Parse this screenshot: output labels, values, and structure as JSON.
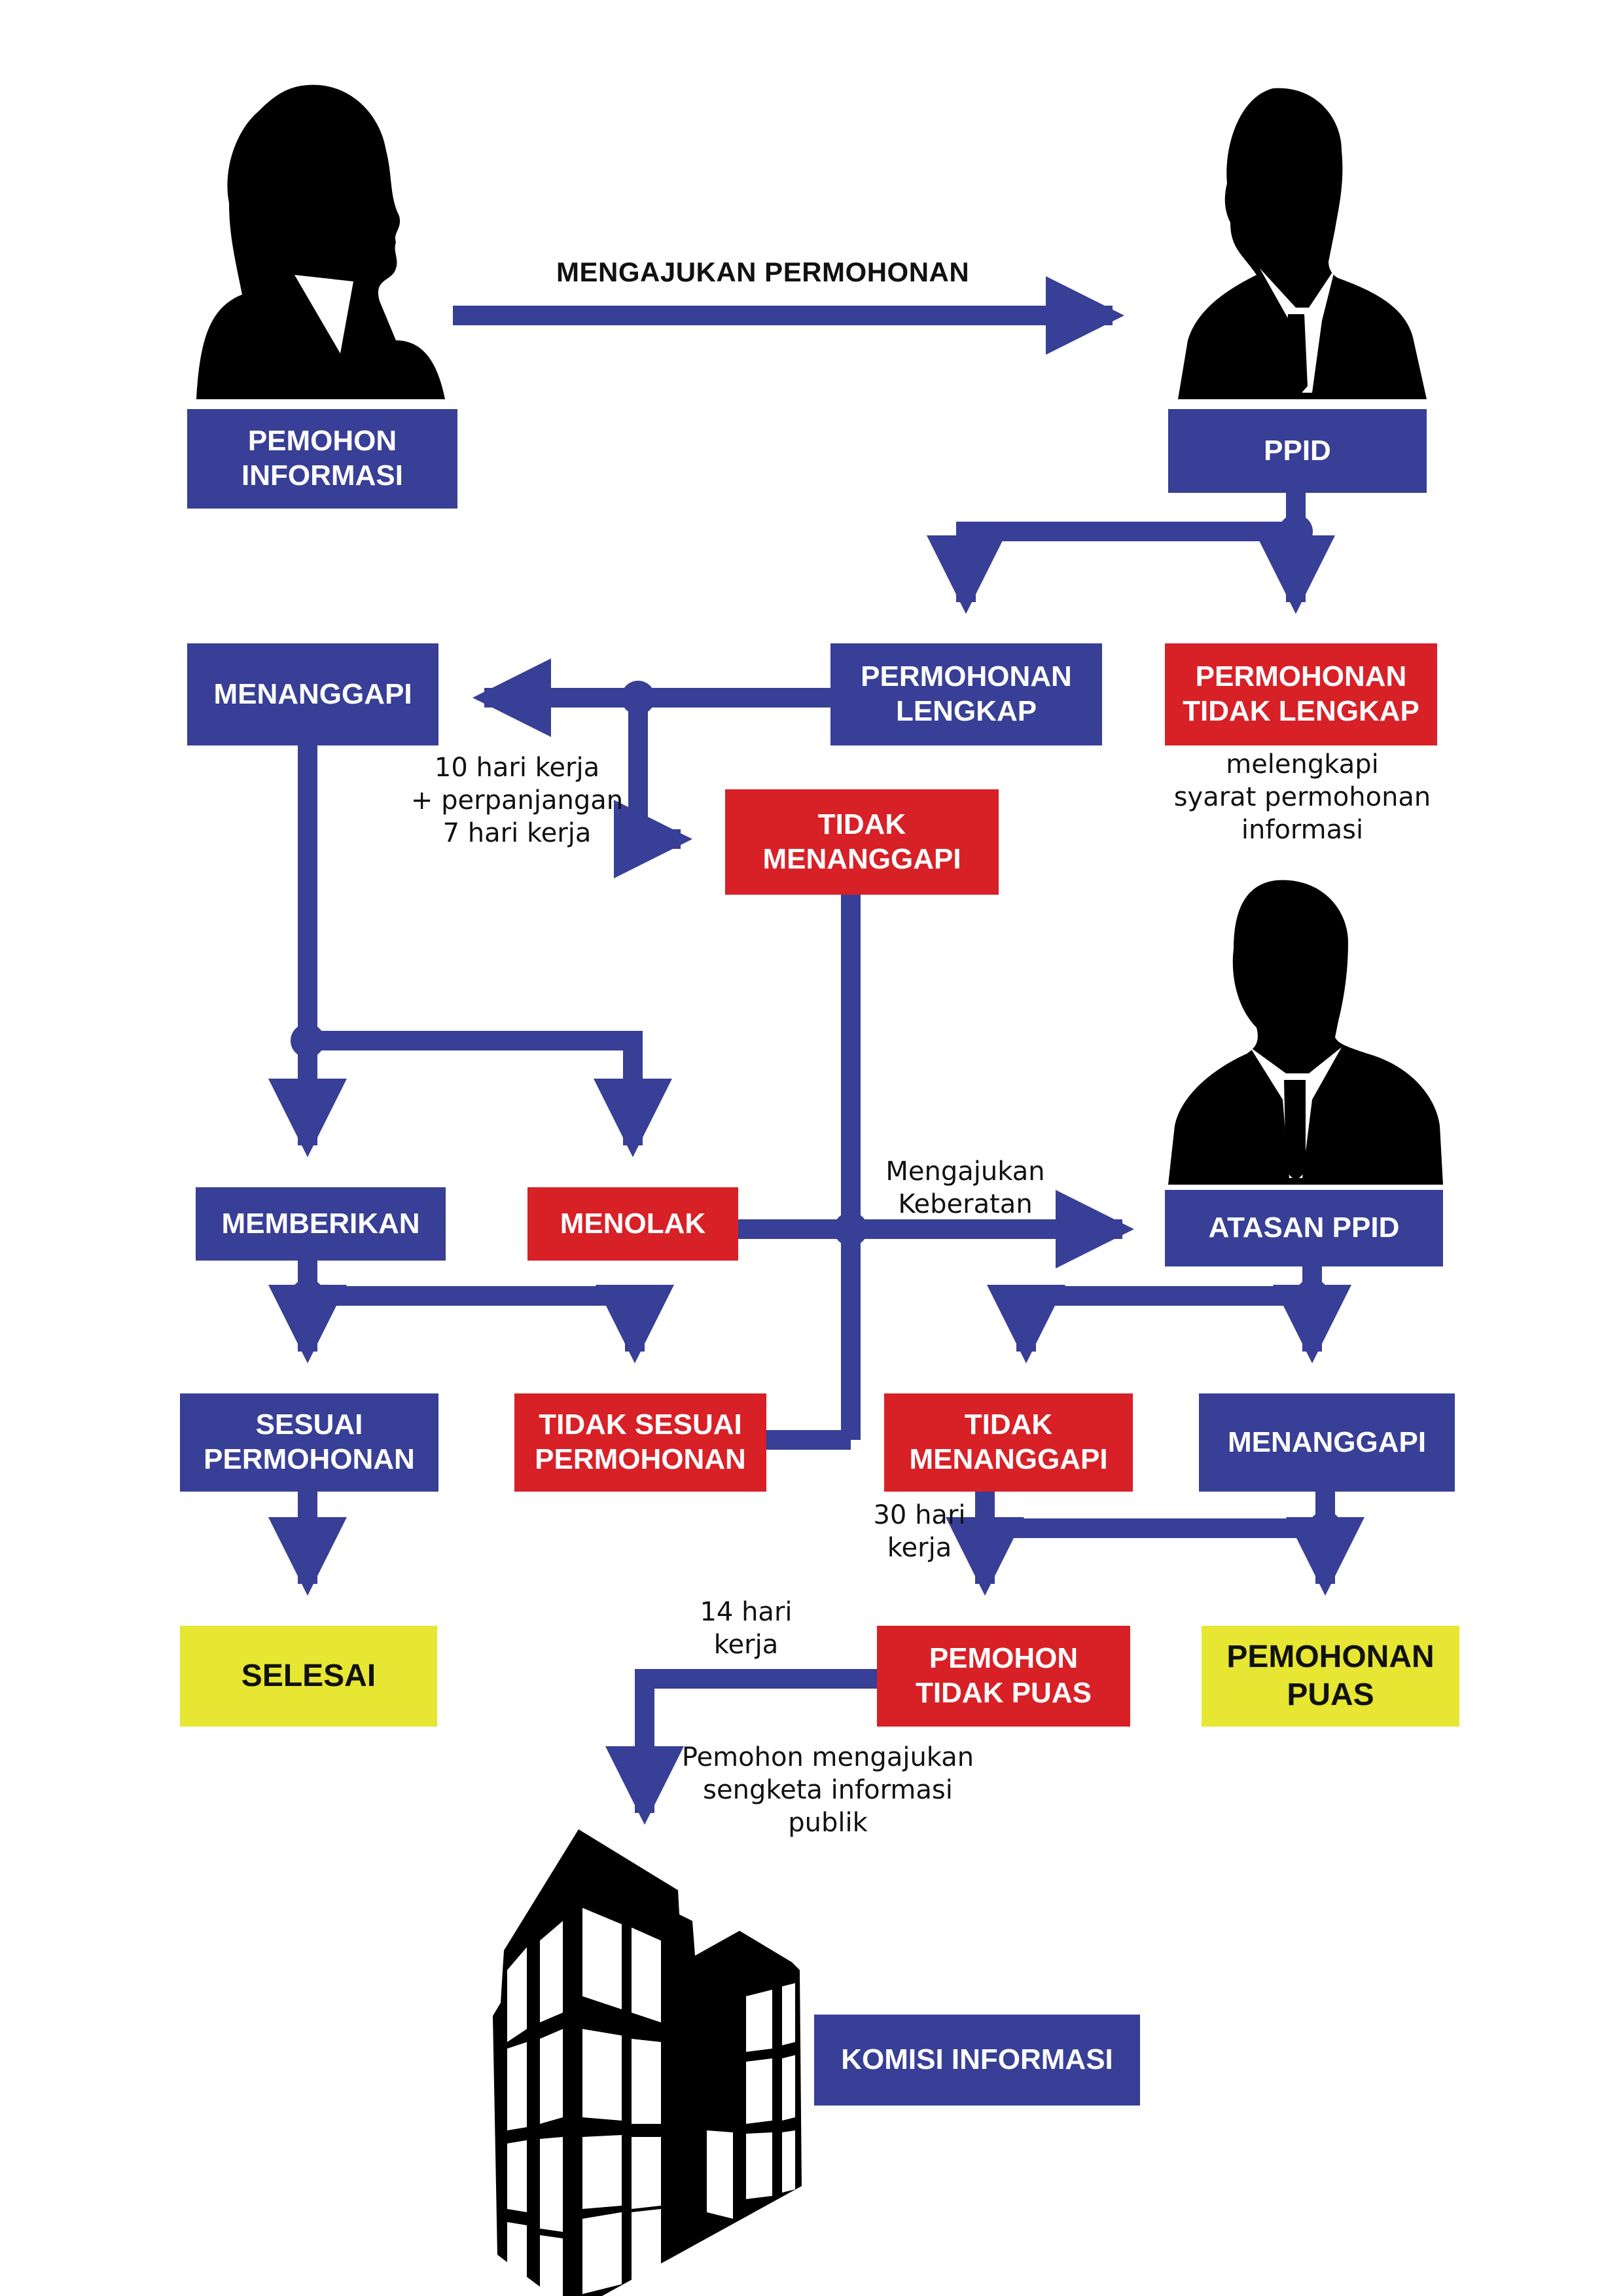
{
  "colors": {
    "primary_blue": "#383f96",
    "alert_red": "#d82027",
    "final_yellow": "#e6e633",
    "silhouette": "#000000"
  },
  "actors": {
    "applicant": {
      "icon": "woman-silhouette-icon",
      "label": "PEMOHON INFORMASI"
    },
    "ppid": {
      "icon": "man-silhouette-icon",
      "label": "PPID"
    },
    "supervisor": {
      "icon": "man-silhouette-icon",
      "label": "ATASAN PPID"
    },
    "commission": {
      "icon": "building-icon",
      "label": "KOMISI INFORMASI"
    }
  },
  "flow_labels": {
    "submit_request": "MENGAJUKAN PERMOHONAN",
    "deadline_ppid": "10 hari kerja\n+ perpanjangan\n7 hari kerja",
    "complete_requirements": "melengkapi\nsyarat permohonan\ninformasi",
    "file_objection": "Mengajukan\nKeberatan",
    "deadline_supervisor": "30 hari\nkerja",
    "deadline_commission": "14 hari\nkerja",
    "file_dispute": "Pemohon mengajukan\nsengketa informasi\npublik"
  },
  "nodes": {
    "request_complete": "PERMOHONAN LENGKAP",
    "request_incomplete": "PERMOHONAN TIDAK LENGKAP",
    "ppid_responds": "MENANGGAPI",
    "ppid_no_response": "TIDAK MENANGGAPI",
    "provide": "MEMBERIKAN",
    "reject": "MENOLAK",
    "matches_request": "SESUAI PERMOHONAN",
    "not_matching_request": "TIDAK SESUAI PERMOHONAN",
    "finished": "SELESAI",
    "supervisor_no_response": "TIDAK MENANGGAPI",
    "supervisor_responds": "MENANGGAPI",
    "applicant_unsatisfied": "PEMOHON TIDAK PUAS",
    "applicant_satisfied": "PEMOHONAN PUAS"
  }
}
